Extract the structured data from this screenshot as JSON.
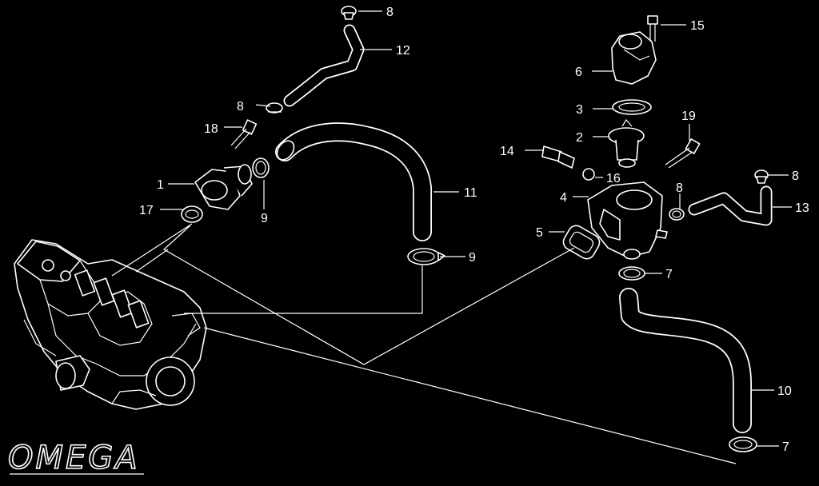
{
  "diagram": {
    "logo": "OMEGA",
    "callouts": {
      "p1": "1",
      "p2": "2",
      "p3": "3",
      "p4": "4",
      "p5": "5",
      "p6": "6",
      "p7a": "7",
      "p7b": "7",
      "p8a": "8",
      "p8b": "8",
      "p8c": "8",
      "p8d": "8",
      "p9a": "9",
      "p9b": "9",
      "p10": "10",
      "p11": "11",
      "p12": "12",
      "p13": "13",
      "p14": "14",
      "p15": "15",
      "p16": "16",
      "p17": "17",
      "p18": "18",
      "p19": "19"
    }
  }
}
